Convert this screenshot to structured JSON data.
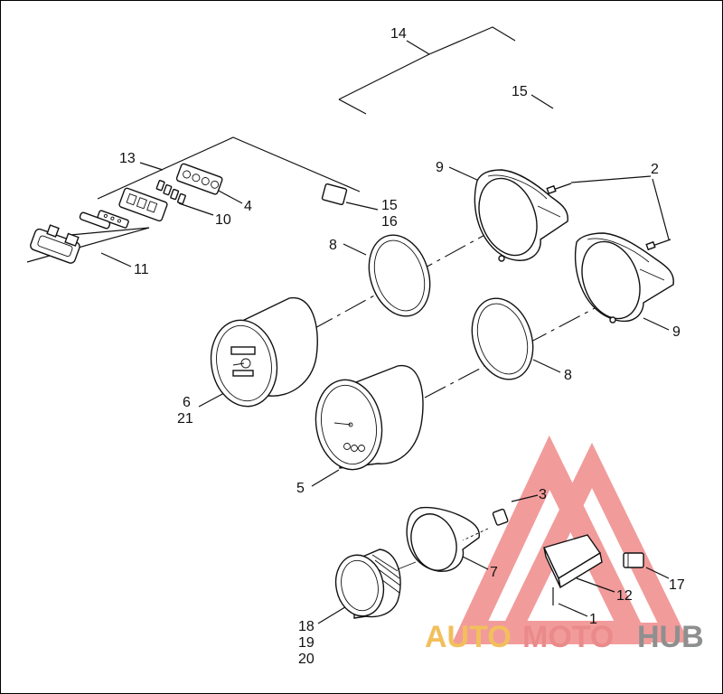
{
  "diagram": {
    "callouts": {
      "c1": "1",
      "c2": "2",
      "c3": "3",
      "c4": "4",
      "c5": "5",
      "c6": "6",
      "c7": "7",
      "c8a": "8",
      "c8b": "8",
      "c9a": "9",
      "c9b": "9",
      "c10": "10",
      "c11": "11",
      "c12": "12",
      "c13": "13",
      "c14": "14",
      "c15a": "15",
      "c15b": "15",
      "c16": "16",
      "c17": "17",
      "c18": "18",
      "c19": "19",
      "c20": "20",
      "c21": "21"
    }
  },
  "watermark": {
    "part1": "AUTO",
    "part2": "MOTO",
    "part3": "HUB",
    "colors": {
      "triangle": "#f08a8a",
      "auto": "#f2bf5c",
      "moto": "#ea8a8a",
      "hub": "#8f8f8f"
    }
  }
}
